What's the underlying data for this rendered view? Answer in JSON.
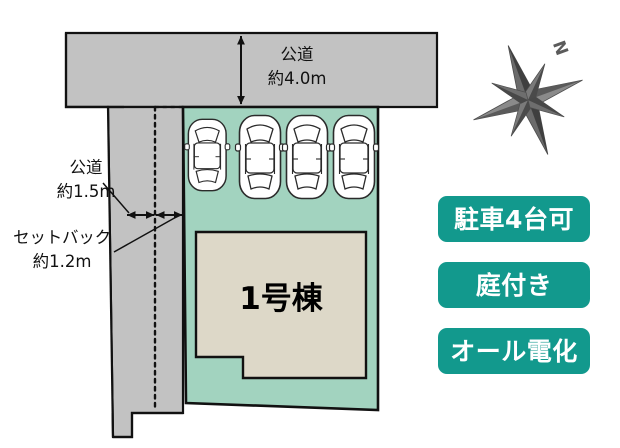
{
  "figure": {
    "type": "site-plan",
    "title_absent": true
  },
  "colors": {
    "road_fill": "#c2c2c2",
    "land_fill": "#a2d3bf",
    "house_fill": "#ddd8c8",
    "badge_bg": "#12998d",
    "badge_text": "#ffffff",
    "outline": "#111111",
    "compass": "#5b5b5b"
  },
  "annotations": {
    "top_road": {
      "line1": "公道",
      "line2": "約4.0m",
      "arrow": "vertical-double-arrow"
    },
    "left_road": {
      "line1": "公道",
      "line2": "約1.5m",
      "arrow": "horizontal-double-arrow"
    },
    "setback": {
      "line1": "セットバック",
      "line2": "約1.2m",
      "arrow": "horizontal-double-arrow"
    }
  },
  "house": {
    "label": "1号棟"
  },
  "parking": {
    "car_count": 4,
    "cars": [
      "car-1",
      "car-2",
      "car-3",
      "car-4"
    ]
  },
  "compass": {
    "label": "N",
    "icon": "compass-rose-icon"
  },
  "badges": [
    {
      "label": "駐車4台可",
      "name": "badge-parking"
    },
    {
      "label": "庭付き",
      "name": "badge-garden"
    },
    {
      "label": "オール電化",
      "name": "badge-all-electric"
    }
  ]
}
